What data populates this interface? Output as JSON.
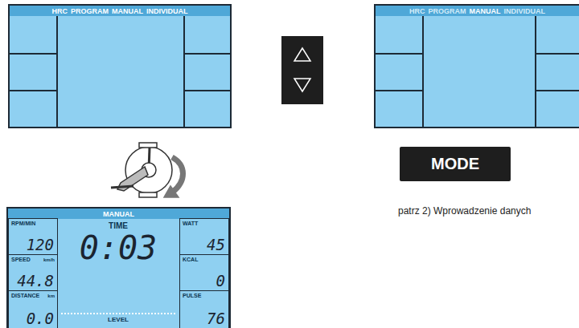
{
  "diagram": {
    "nodes": [
      {
        "text": [
          "HRC",
          "PROGRAM",
          "MANUAL",
          "INDIVIDUAL"
        ]
      },
      {
        "text": [
          "HRC",
          "PROGRAM",
          "MANUAL",
          "INDIVIDUAL"
        ]
      },
      {
        "text": [
          "MODE"
        ]
      },
      {
        "text": [
          "MANUAL",
          "TIME",
          "0:03",
          "LEVEL"
        ]
      },
      {
        "text": [
          "RPM/MIN",
          "120"
        ],
        "in": 3
      },
      {
        "text": [
          "SPEED",
          "km/h",
          "44.8"
        ],
        "in": 3
      },
      {
        "text": [
          "DISTANCE",
          "km",
          "0.0"
        ],
        "in": 3
      },
      {
        "text": [
          "WATT",
          "45"
        ],
        "in": 3
      },
      {
        "text": [
          "KCAL",
          "0"
        ],
        "in": 3
      },
      {
        "text": [
          "PULSE",
          "76"
        ],
        "in": 3
      }
    ],
    "labels": [
      "patrz 2) Wprowadzenie danych"
    ]
  }
}
